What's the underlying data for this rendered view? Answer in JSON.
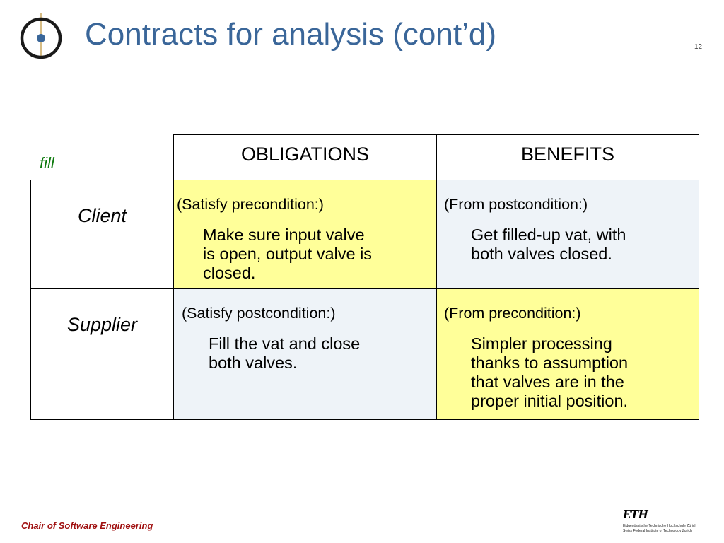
{
  "slide": {
    "title": "Contracts for analysis (cont’d)",
    "number": "12"
  },
  "fill_label": "fill",
  "table": {
    "headers": [
      "OBLIGATIONS",
      "BENEFITS"
    ],
    "rows": [
      {
        "role": "Client",
        "obligation": {
          "condition": "(Satisfy precondition:)",
          "lines": [
            "Make sure input valve",
            "is open, output valve is",
            "closed."
          ]
        },
        "benefit": {
          "condition": "(From postcondition:)",
          "lines": [
            "Get filled-up vat, with",
            "both valves closed."
          ]
        }
      },
      {
        "role": "Supplier",
        "obligation": {
          "condition": "(Satisfy postcondition:)",
          "lines": [
            "Fill the vat and close",
            "both valves."
          ]
        },
        "benefit": {
          "condition": "(From precondition:)",
          "lines": [
            "Simpler processing",
            "thanks to assumption",
            "that valves are in the",
            "proper initial position."
          ]
        }
      }
    ]
  },
  "footer": {
    "text": "Chair of Software Engineering",
    "eth_mark": "ETH",
    "eth_line1": "Eidgenössische Technische Hochschule Zürich",
    "eth_line2": "Swiss Federal Institute of Technology Zurich"
  },
  "colors": {
    "title": "#3a6699",
    "fill_label": "#0e7a0e",
    "obligation_client_bg": "#ffff99",
    "benefit_client_bg": "#eef3f8",
    "obligation_supplier_bg": "#eef3f8",
    "benefit_supplier_bg": "#ffff99",
    "footer": "#a01010"
  },
  "icons": {
    "logo": "chair-logo-icon",
    "eth": "eth-logo-icon"
  }
}
